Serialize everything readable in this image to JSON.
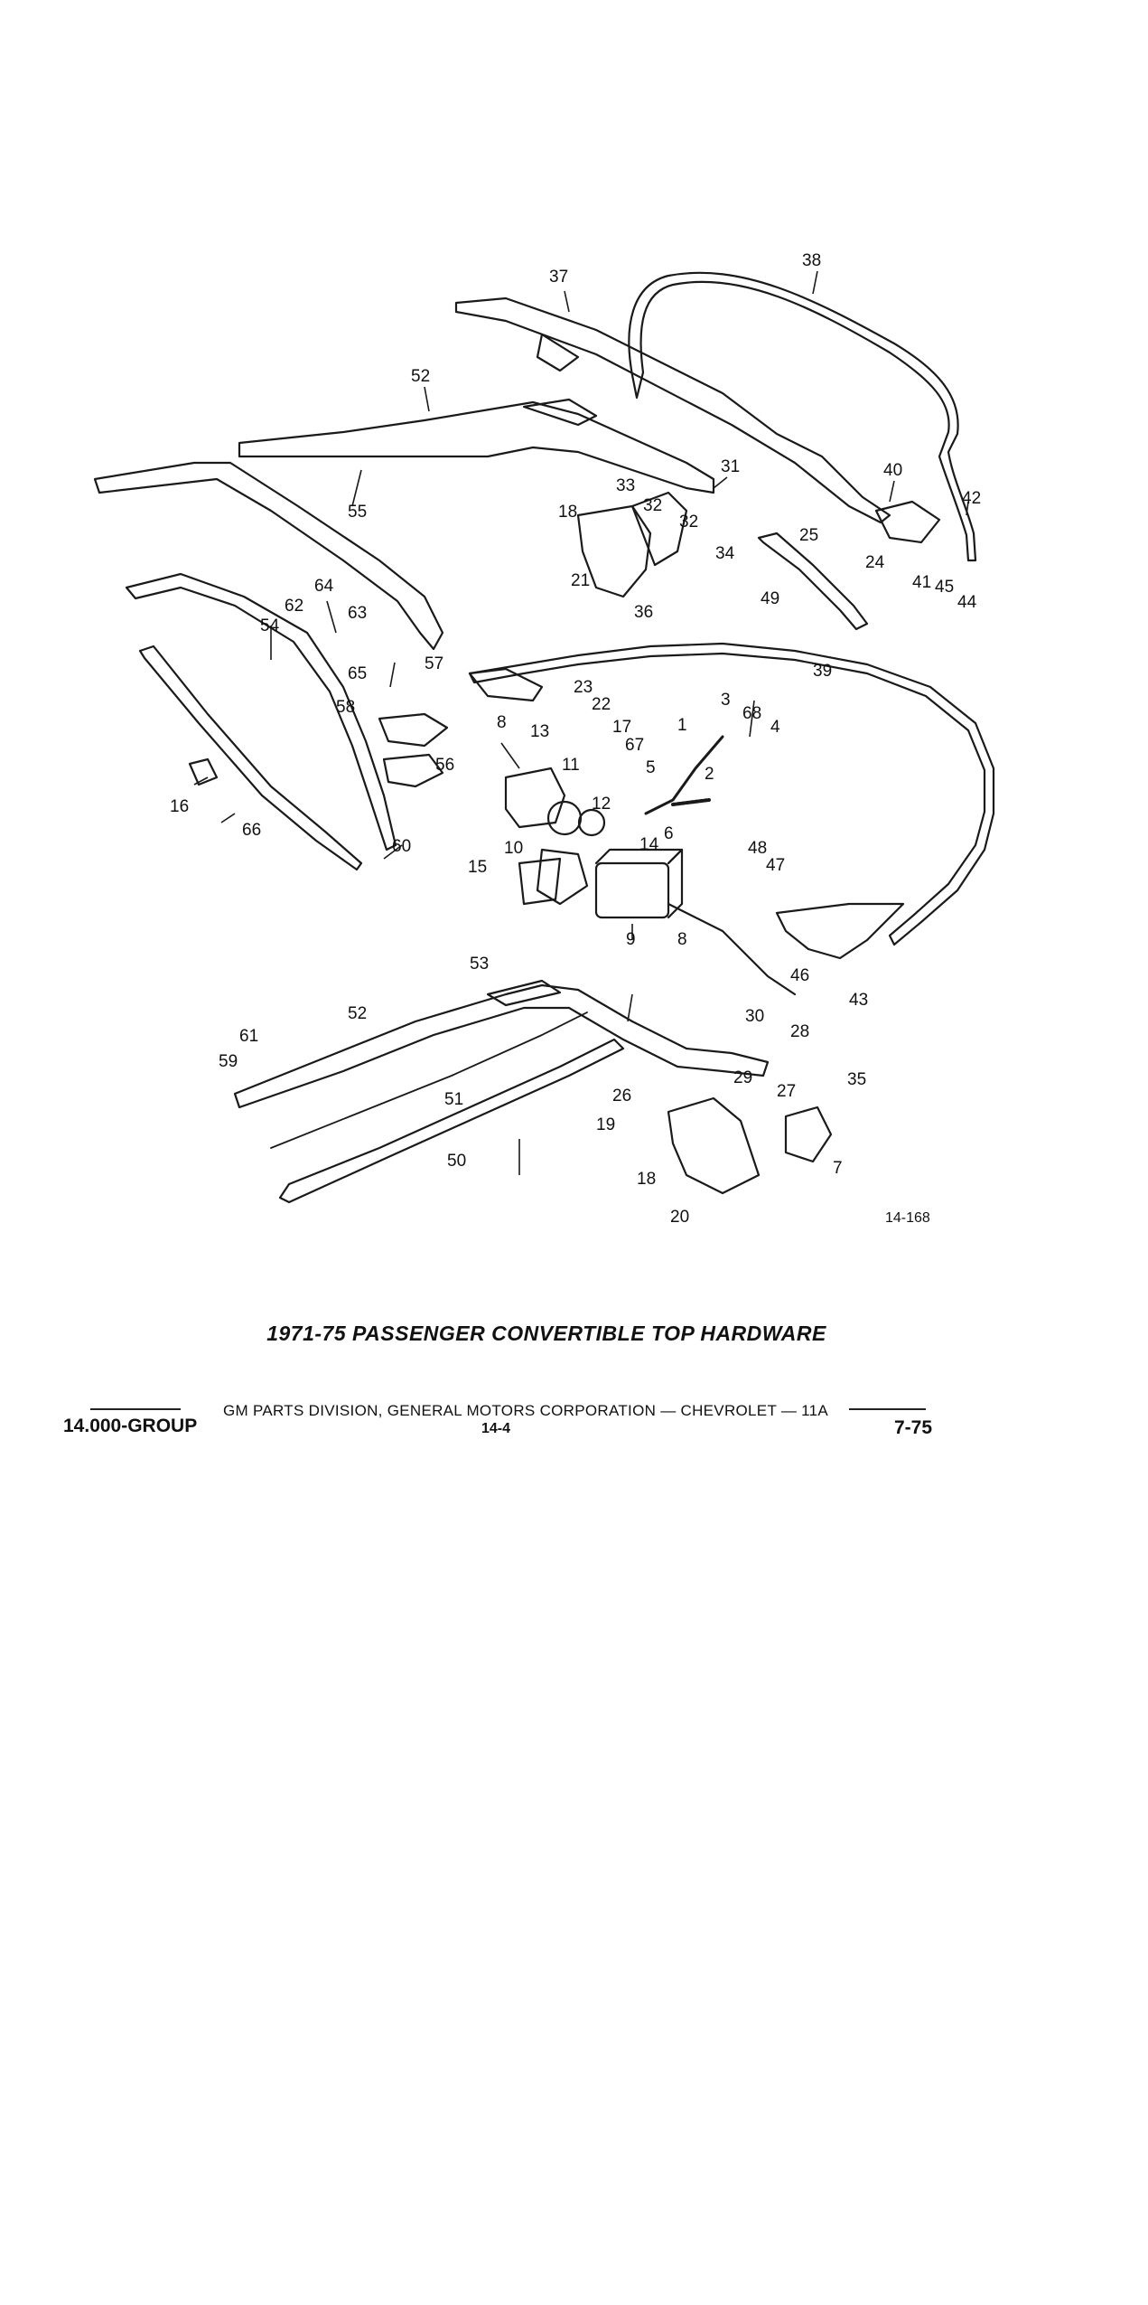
{
  "figure": {
    "title": "1971-75 PASSENGER CONVERTIBLE TOP HARDWARE",
    "figure_number": "14-168",
    "callouts": [
      "37",
      "38",
      "52",
      "31",
      "40",
      "42",
      "33",
      "32",
      "32",
      "18",
      "25",
      "24",
      "41",
      "45",
      "44",
      "34",
      "21",
      "36",
      "49",
      "55",
      "64",
      "62",
      "63",
      "54",
      "65",
      "57",
      "23",
      "22",
      "39",
      "58",
      "17",
      "8",
      "13",
      "67",
      "3",
      "68",
      "4",
      "1",
      "56",
      "11",
      "5",
      "2",
      "12",
      "6",
      "16",
      "60",
      "66",
      "10",
      "14",
      "15",
      "48",
      "47",
      "9",
      "8",
      "46",
      "43",
      "53",
      "52",
      "61",
      "59",
      "30",
      "28",
      "35",
      "29",
      "27",
      "26",
      "51",
      "19",
      "7",
      "50",
      "18",
      "20"
    ]
  },
  "footer": {
    "corporation": "GM PARTS DIVISION, GENERAL MOTORS CORPORATION — CHEVROLET — 11A",
    "group": "14.000-GROUP",
    "page": "14-4",
    "date": "7-75"
  }
}
